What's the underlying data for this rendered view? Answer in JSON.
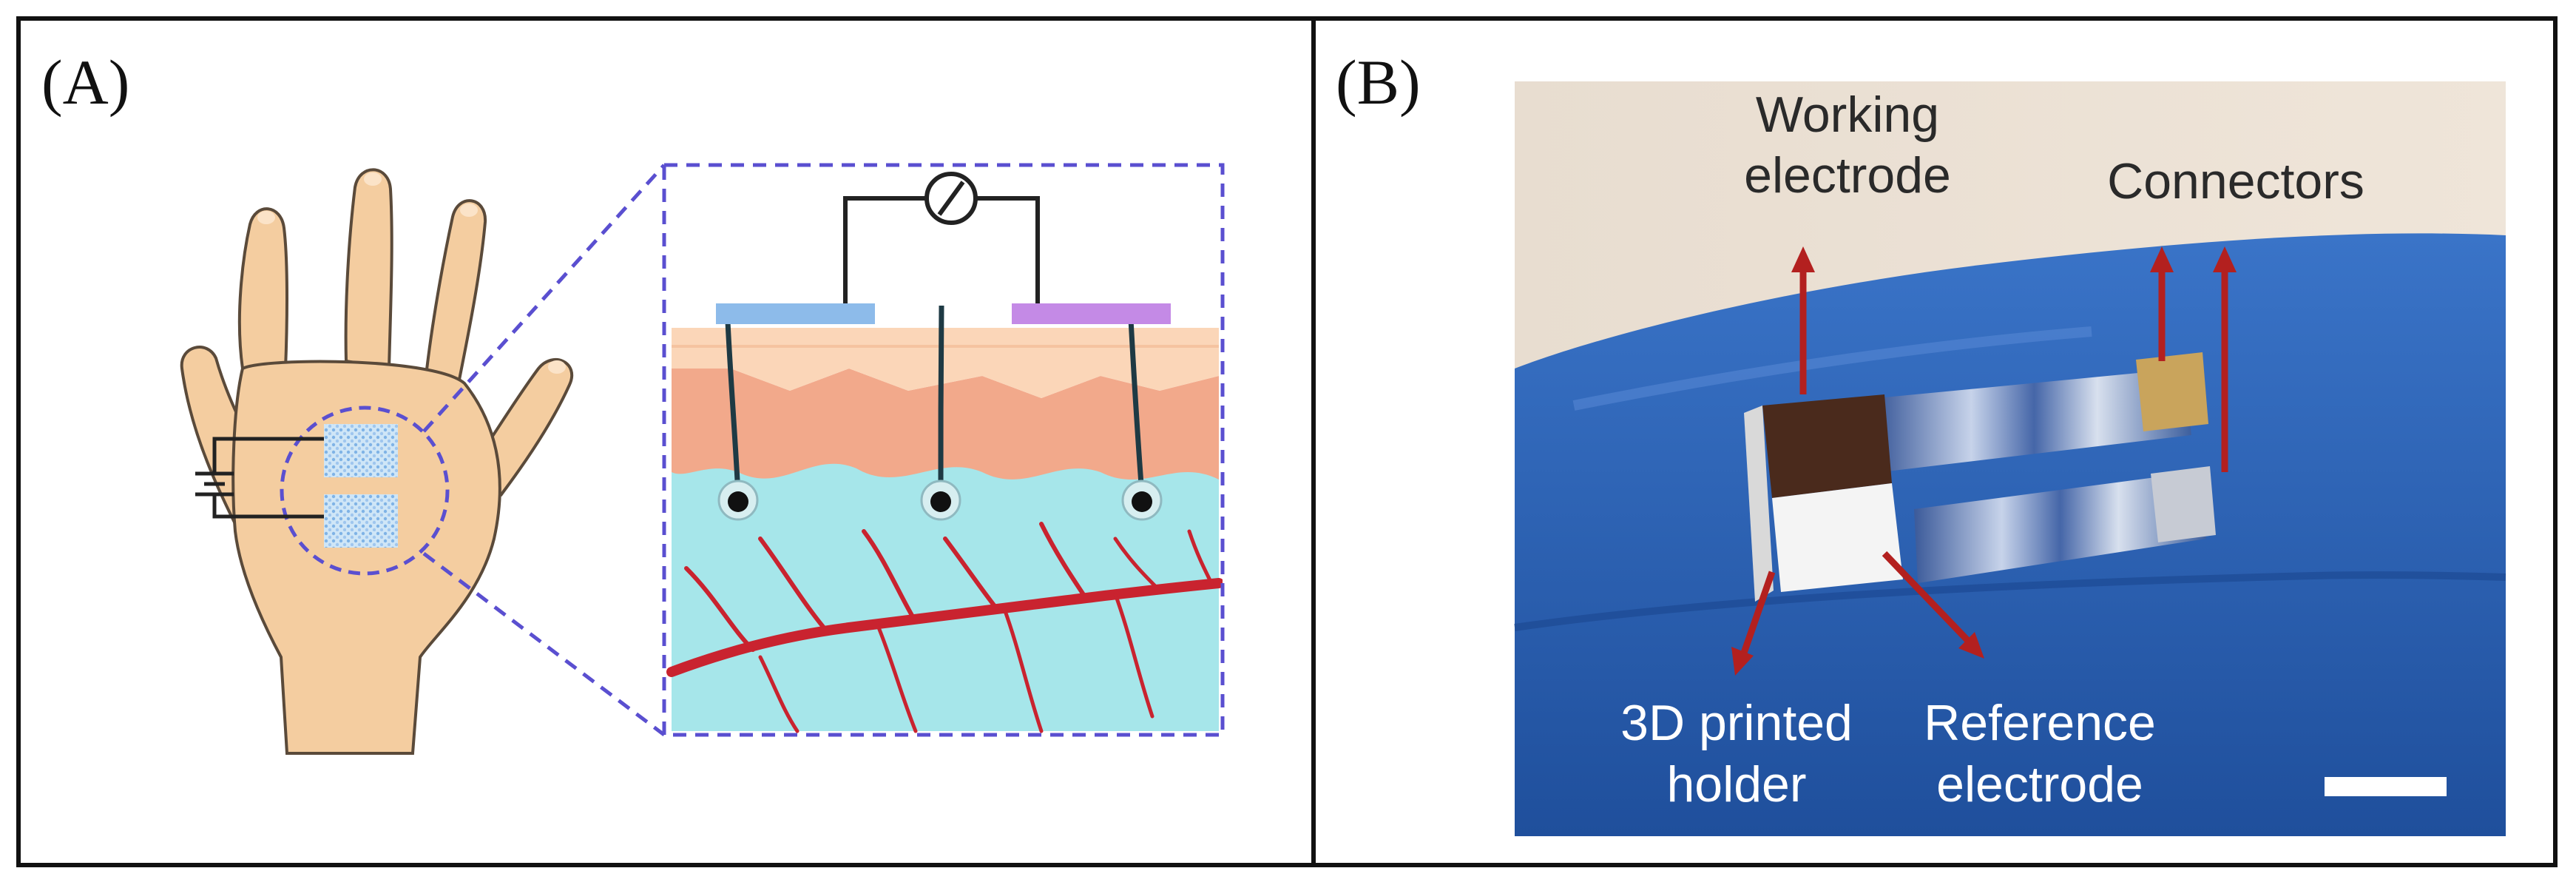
{
  "panels": {
    "a": {
      "label": "(A)"
    },
    "b": {
      "label": "(B)",
      "callouts": {
        "working_line1": "Working",
        "working_line2": "electrode",
        "connectors": "Connectors",
        "holder_line1": "3D printed",
        "holder_line2": "holder",
        "reference_line1": "Reference",
        "reference_line2": "electrode"
      }
    }
  },
  "colors": {
    "skin": "#f4cda0",
    "skin_outline": "#5a4a3a",
    "zoom_dash": "#5a4fd0",
    "dermis": "#f2a98b",
    "fluid": "#a6e6ea",
    "vessel": "#c9232f",
    "electrode_blue": "#8dbbea",
    "electrode_purple": "#c48ae6",
    "glove_blue": "#2b63b8",
    "arrow_red": "#b3201f"
  }
}
